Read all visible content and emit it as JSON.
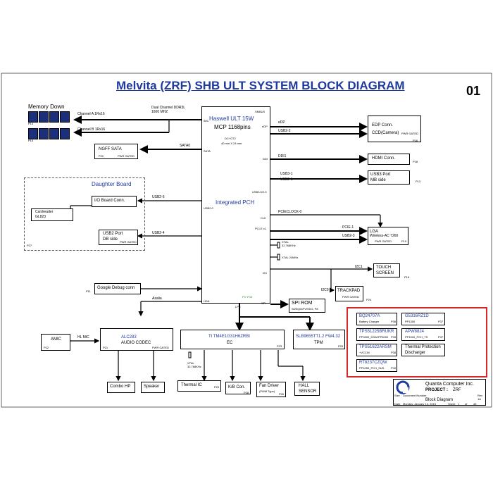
{
  "title": "Melvita (ZRF) SHB ULT SYSTEM BLOCK DIAGRAM",
  "page_number": "01",
  "memory": {
    "label": "Memory Down",
    "channel_a": "Channel A 1Rx16",
    "channel_b": "Channel B 1Rx16",
    "ddr": "Dual Channel DDR3L",
    "freq": "1600 MHZ",
    "p14": "P14",
    "p15": "P15"
  },
  "cpu": {
    "title": "Haswell ULT 15W",
    "pins": "MCP 1168pins",
    "gt": "DC+GT2",
    "size": "40 mm X 24 mm",
    "pch": "Integrated  PCH",
    "pins_left": [
      "IMC",
      "SATA",
      "USB2.0",
      "HDA"
    ],
    "pins_right": [
      "SMBUS",
      "eDP",
      "DDI",
      "USB3.0/2.0",
      "CLK",
      "PCI-E x1",
      "I2C",
      "SPI",
      "LPC"
    ],
    "p2": "P2~P13"
  },
  "ngff": {
    "label": "NGFF SATA",
    "p": "P20",
    "pwr": "PWR GATED",
    "bus": "SATA0"
  },
  "daughter": {
    "title": "Daughter Board",
    "io": "I/O Board Conn.",
    "cardreader": "Cardreader",
    "cardreader_chip": "GL823",
    "usb_port": "USB2 Port",
    "usb_side": "DB side",
    "pwr": "PWR GATED",
    "usb26": "USB2-6",
    "usb24": "USB2-4",
    "p27": "P27"
  },
  "debug": {
    "label": "Google Debug conn",
    "p": "P11"
  },
  "edp": {
    "conn": "EDP  Conn.",
    "camera": "CCD(Camera)",
    "pwr": "PWR GATED",
    "p": "P16",
    "bus1": "eDP",
    "bus2": "USB2-2"
  },
  "hdmi": {
    "label": "HDMI Conn.",
    "p": "P18",
    "bus": "DDI1"
  },
  "usb3": {
    "label": "USB3 Port",
    "side": "MB side",
    "p": "P13",
    "bus1": "USB3-1",
    "bus2": "USB2-1"
  },
  "wlan": {
    "name": "LGA",
    "model": "Wireless-AC 7260",
    "pwr": "PWR GATED",
    "p": "P19",
    "clk": "PCIECLOCK-0",
    "pcie": "PCIE-1",
    "usb": "USB2-3"
  },
  "xtal": {
    "a": "XTAL",
    "a_freq": "32.768KHz",
    "b": "XTAL 24MHz"
  },
  "touch": {
    "label": "TOUCH",
    "label2": "SCREEN",
    "bus": "I2C1",
    "p": "P16"
  },
  "trackpad": {
    "label": "TRACKPAD",
    "pwr": "PWR GATED",
    "bus": "I2C0",
    "p": "P24"
  },
  "spirom": {
    "label": "SPI ROM",
    "sub": "W25Q64FVSSIG, P8"
  },
  "audio": {
    "amic": "AMIC",
    "amic_p": "P22",
    "hl": "HL MIC",
    "codec": "ALC283",
    "codec_sub": "AUDIO CODEC",
    "codec_p": "P21",
    "pwr": "PWR GATED",
    "azalia": "Azalia",
    "combo": "Combo HP",
    "speaker": "Speaker"
  },
  "ec": {
    "chip": "TI TM4E1G31H6ZRBI",
    "label": "EC",
    "p": "P23",
    "xtal": "XTAL",
    "xtal_freq": "32.768KHz"
  },
  "tpm": {
    "chip": "SLB9655TT1.2 FW4.32",
    "label": "TPM",
    "p": "P25"
  },
  "bottom": {
    "thermal": "Thermal IC",
    "thermal_p": "P20",
    "kb": "K/B Con.",
    "kb_p": "P28",
    "fan": "Fan Driver",
    "fan_sub": "(PWM Type)",
    "fan_p": "P26",
    "hall": "HALL",
    "hall2": "SENSOR"
  },
  "power": [
    {
      "name": "BQ24707A",
      "sub": "Battery Charger",
      "p": "P36"
    },
    {
      "name": "G5316RZ1D",
      "sub": "PP1350",
      "p": "P37"
    },
    {
      "name": "TPS51225BRUKR",
      "sub": "PP3300_DSW/PP5000",
      "p": "P39"
    },
    {
      "name": "APW8824",
      "sub": "PP1500_PCH_TS",
      "p": "P37"
    },
    {
      "name": "TPS51622ARSM",
      "sub": "+VCCIN",
      "p": "P38"
    },
    {
      "name": "Thermal Protection",
      "sub": "Discharger",
      "p": ""
    },
    {
      "name": "RT8237CZQW",
      "sub": "PP1050_PCH_SUS",
      "p": "P40"
    }
  ],
  "titleblock": {
    "company": "Quanta Computer Inc.",
    "project_lbl": "PROJECT :",
    "project": "ZRF",
    "size": "Size",
    "doc_lbl": "Document Number",
    "doc": "Block Diagram",
    "rev_lbl": "Rev",
    "rev": "1A",
    "date_lbl": "Date",
    "date": "Monday, January 12, 2015",
    "sheet_lbl": "Sheet",
    "sheet": "1",
    "of": "of",
    "total": "45"
  }
}
